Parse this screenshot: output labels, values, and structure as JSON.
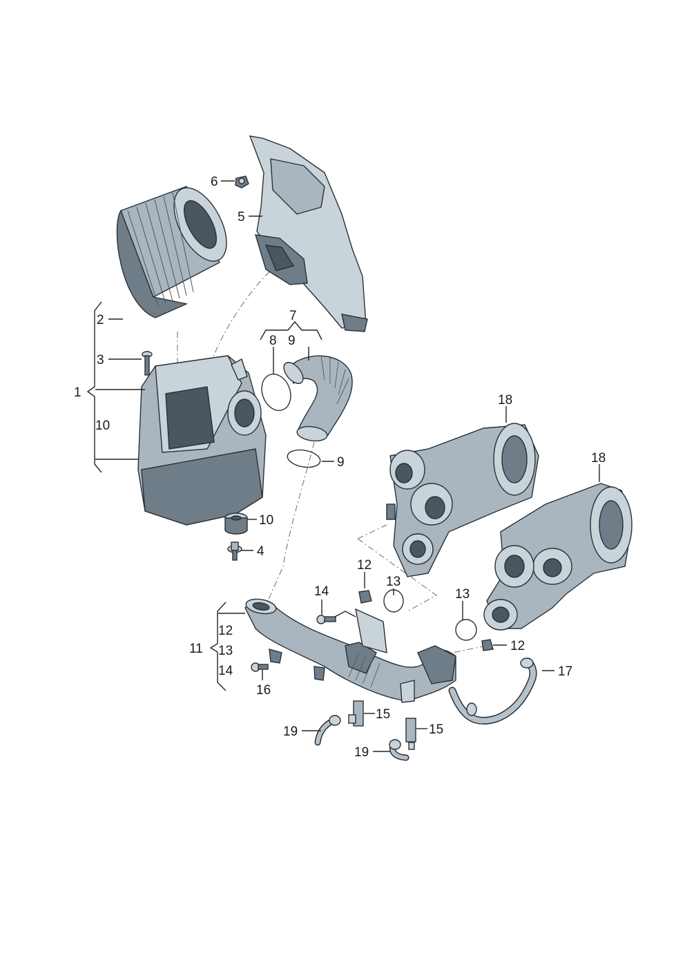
{
  "labels": {
    "l1": "1",
    "l2": "2",
    "l3": "3",
    "l4": "4",
    "l5": "5",
    "l6": "6",
    "l7": "7",
    "l8": "8",
    "l9a": "9",
    "l9b": "9",
    "l10a": "10",
    "l10b": "10",
    "l11": "11",
    "l12a": "12",
    "l12b": "12",
    "l12c": "12",
    "l13a": "13",
    "l13b": "13",
    "l13c": "13",
    "l14a": "14",
    "l14b": "14",
    "l15a": "15",
    "l15b": "15",
    "l16": "16",
    "l17": "17",
    "l18a": "18",
    "l18b": "18",
    "l19a": "19",
    "l19b": "19"
  },
  "colors": {
    "metal_light": "#c9d3da",
    "metal_mid": "#a9b6c0",
    "metal_dark": "#6f7d88",
    "line": "#222222"
  }
}
